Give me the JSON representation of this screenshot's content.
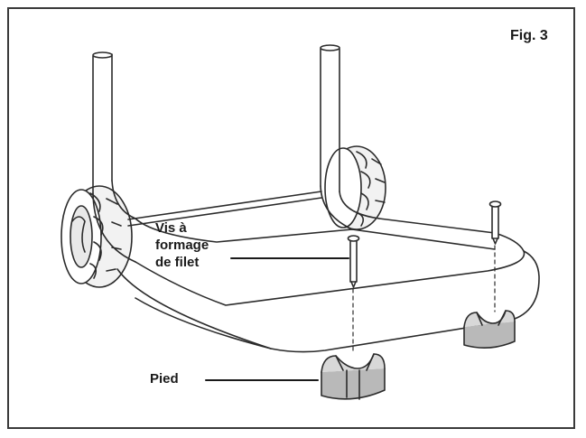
{
  "figure": {
    "label": "Fig. 3",
    "callouts": {
      "screw_line1": "Vis à",
      "screw_line2": "formage",
      "screw_line3": "de filet",
      "foot": "Pied"
    }
  }
}
